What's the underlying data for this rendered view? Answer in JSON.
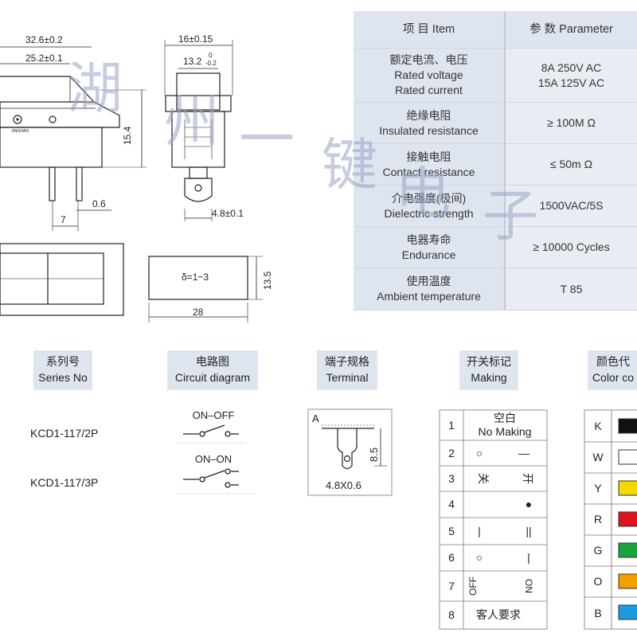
{
  "drawing": {
    "dims": {
      "overall_width": "32.6±0.2",
      "body_width": "25.2±0.1",
      "height": "15.4",
      "terminal_offset": "7",
      "terminal_thickness": "0.6",
      "side_width": "16±0.15",
      "side_inner": "13.2",
      "side_tol_upper": "0",
      "side_tol_lower": "-0.2",
      "terminal_width": "4.8±0.1",
      "panel_thickness": "δ=1~3",
      "cutout_height": "13.5",
      "cutout_width": "28"
    },
    "logo_text": "JINGHAN"
  },
  "spec_table": {
    "header": {
      "item": "项 目   Item",
      "param": "参 数   Parameter"
    },
    "rows": [
      {
        "item_cn": "额定电流、电压",
        "item_en1": "Rated voltage",
        "item_en2": "Rated current",
        "param1": "8A   250V AC",
        "param2": "15A  125V AC"
      },
      {
        "item_cn": "绝缘电阻",
        "item_en1": "Insulated resistance",
        "param1": "≥ 100M Ω"
      },
      {
        "item_cn": "接触电阻",
        "item_en1": "Contact resistance",
        "param1": "≤ 50m Ω"
      },
      {
        "item_cn": "介电强度(极间)",
        "item_en1": "Dielectric strength",
        "param1": "1500VAC/5S"
      },
      {
        "item_cn": "电器寿命",
        "item_en1": "Endurance",
        "param1": "≥ 10000 Cycles"
      },
      {
        "item_cn": "使用温度",
        "item_en1": "Ambient temperature",
        "param1": "T 85"
      }
    ]
  },
  "series": {
    "header_cn": "系列号",
    "header_en": "Series No",
    "items": [
      "KCD1-117/2P",
      "KCD1-117/3P"
    ]
  },
  "circuit": {
    "header_cn": "电路图",
    "header_en": "Circuit diagram",
    "labels": [
      "ON–OFF",
      "ON–ON"
    ]
  },
  "terminal": {
    "header_cn": "端子规格",
    "header_en": "Terminal",
    "type": "A",
    "height": "8.5",
    "size": "4.8X0.6"
  },
  "marking": {
    "header_cn": "开关标记",
    "header_en": "Making",
    "rows": [
      {
        "no": "1",
        "top": "空白",
        "bottom": "No Making"
      },
      {
        "no": "2",
        "left": "○",
        "right": "—"
      },
      {
        "no": "3",
        "left": "关",
        "right": "开"
      },
      {
        "no": "4",
        "left": "",
        "right": "●"
      },
      {
        "no": "5",
        "left": "|",
        "right": "||"
      },
      {
        "no": "6",
        "left": "○",
        "right": "|"
      },
      {
        "no": "7",
        "left": "OFF",
        "right": "ON"
      },
      {
        "no": "8",
        "center": "客人要求"
      }
    ]
  },
  "color": {
    "header_cn": "颜色代",
    "header_en": "Color co",
    "rows": [
      {
        "code": "K",
        "swatch": "#111111"
      },
      {
        "code": "W",
        "swatch": "#ffffff"
      },
      {
        "code": "Y",
        "swatch": "#f5d800"
      },
      {
        "code": "R",
        "swatch": "#e0141e"
      },
      {
        "code": "G",
        "swatch": "#1aa33a"
      },
      {
        "code": "O",
        "swatch": "#f2a000"
      },
      {
        "code": "B",
        "swatch": "#1a9be0"
      }
    ]
  },
  "watermark": {
    "chars": [
      "湖",
      "州",
      "一",
      "键",
      "电",
      "子"
    ]
  }
}
